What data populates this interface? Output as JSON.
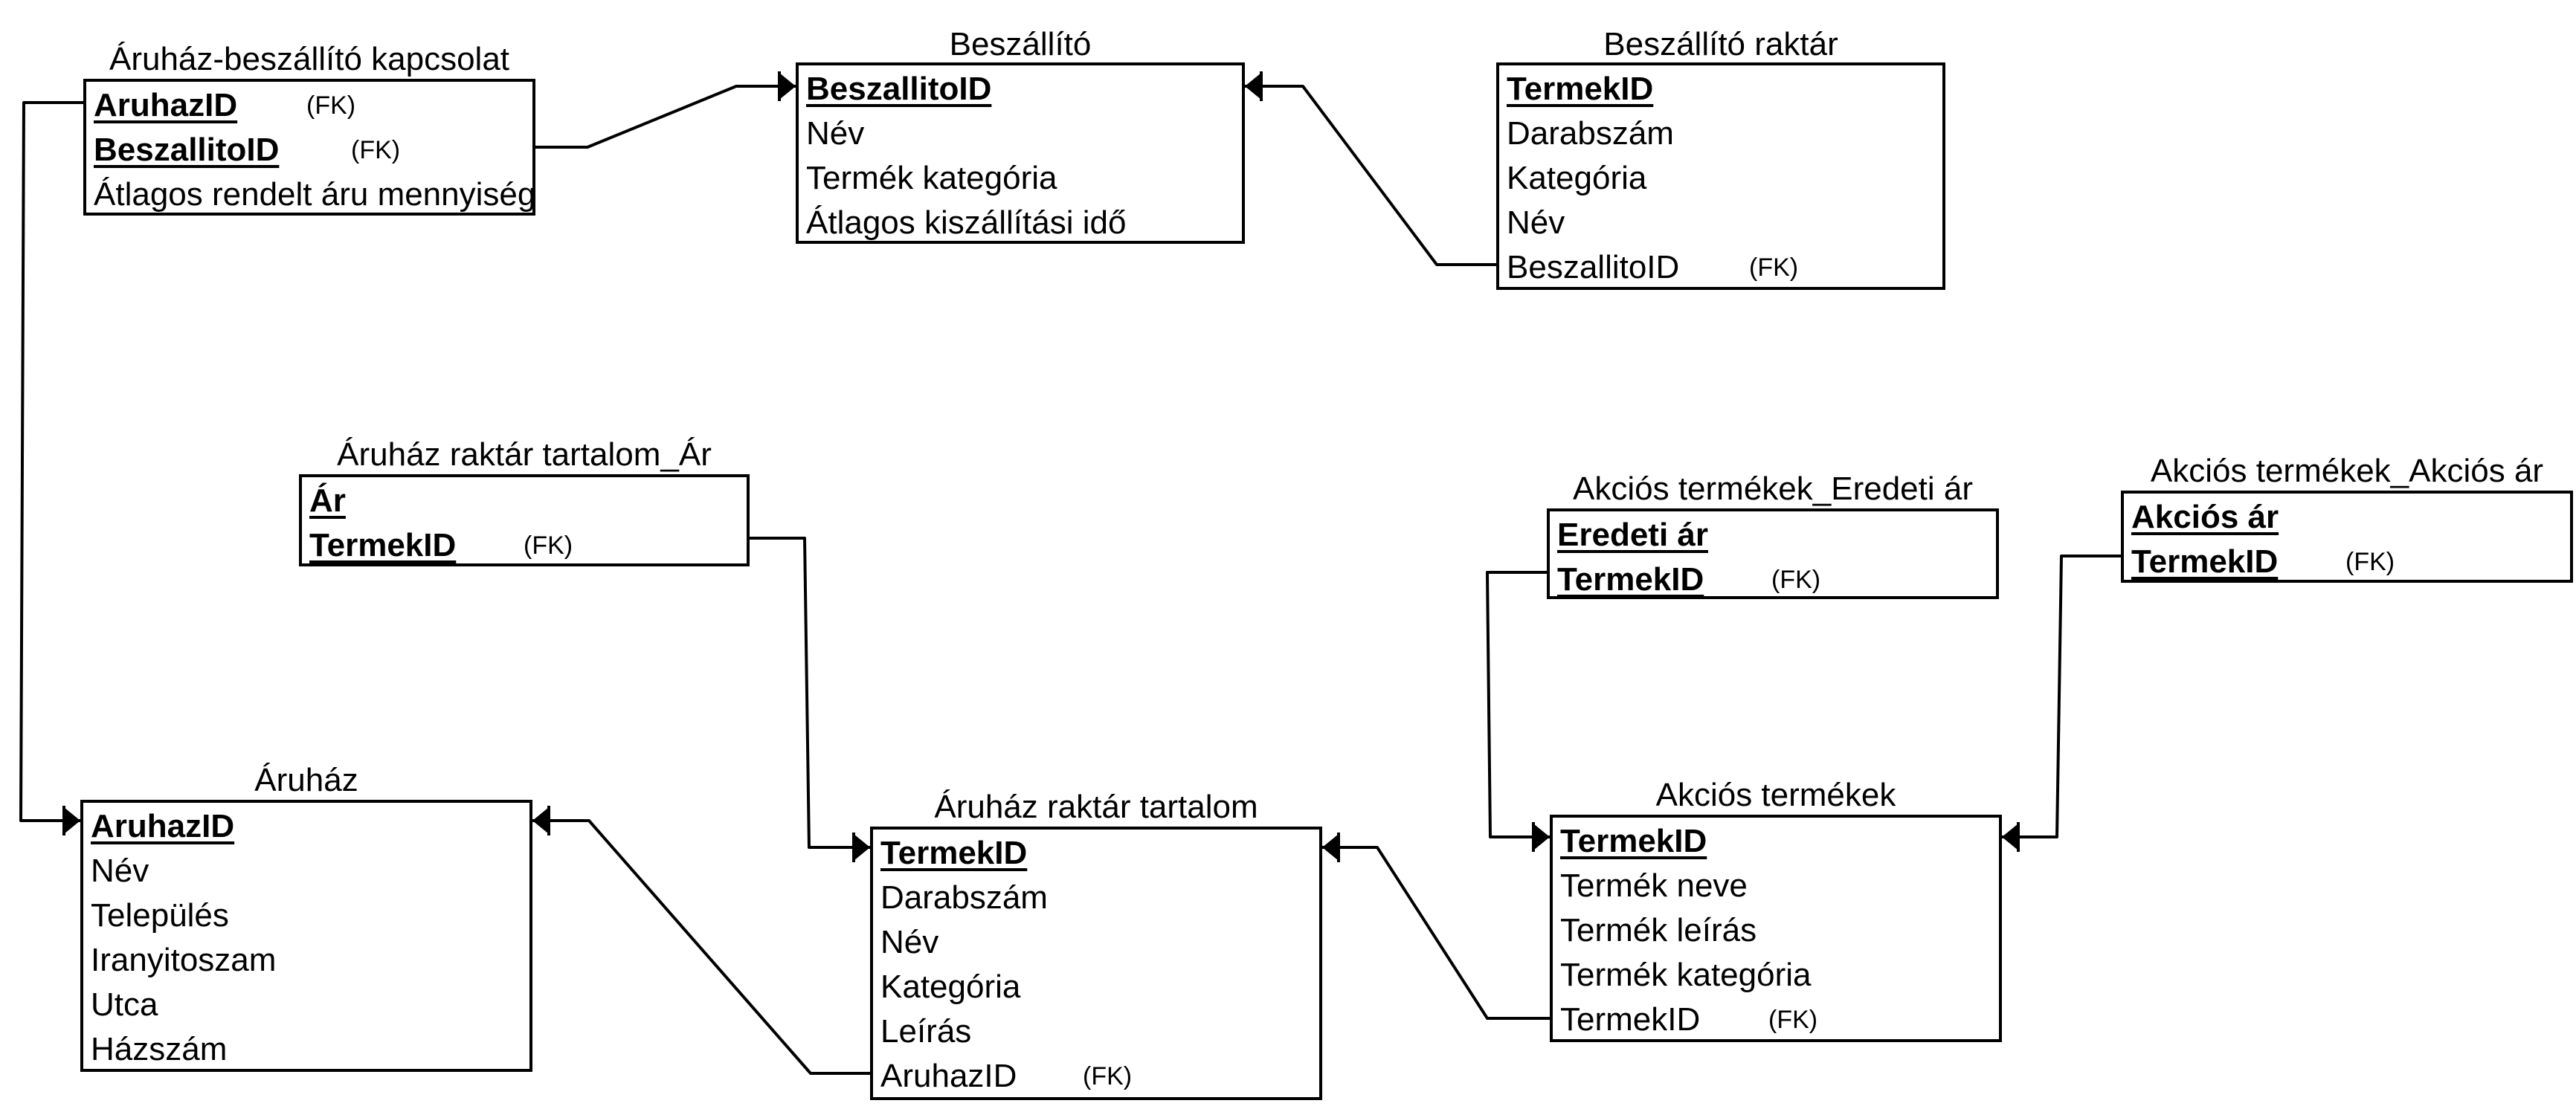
{
  "entities": {
    "aruhaz_beszallito": {
      "title": "Áruház-beszállító kapcsolat",
      "fields": [
        {
          "label": "AruhazID",
          "fk": "(FK)"
        },
        {
          "label": "BeszallitoID",
          "fk": "(FK)"
        },
        {
          "label": "Átlagos rendelt áru mennyiség"
        }
      ]
    },
    "beszallito": {
      "title": "Beszállító",
      "fields": [
        {
          "label": "BeszallitoID"
        },
        {
          "label": "Név"
        },
        {
          "label": "Termék kategória"
        },
        {
          "label": "Átlagos kiszállítási idő"
        }
      ]
    },
    "beszallito_raktar": {
      "title": "Beszállító raktár",
      "fields": [
        {
          "label": "TermekID"
        },
        {
          "label": "Darabszám"
        },
        {
          "label": "Kategória"
        },
        {
          "label": "Név"
        },
        {
          "label": "BeszallitoID",
          "fk": "(FK)"
        }
      ]
    },
    "raktar_ar": {
      "title": "Áruház raktár tartalom_Ár",
      "fields": [
        {
          "label": "Ár"
        },
        {
          "label": "TermekID",
          "fk": "(FK)"
        }
      ]
    },
    "akcios_eredeti": {
      "title": "Akciós termékek_Eredeti ár",
      "fields": [
        {
          "label": "Eredeti ár"
        },
        {
          "label": "TermekID",
          "fk": "(FK)"
        }
      ]
    },
    "akcios_akciosar": {
      "title": "Akciós termékek_Akciós ár",
      "fields": [
        {
          "label": "Akciós ár"
        },
        {
          "label": "TermekID",
          "fk": "(FK)"
        }
      ]
    },
    "aruhaz": {
      "title": "Áruház",
      "fields": [
        {
          "label": "AruhazID"
        },
        {
          "label": "Név"
        },
        {
          "label": "Település"
        },
        {
          "label": "Iranyitoszam"
        },
        {
          "label": "Utca"
        },
        {
          "label": "Házszám"
        }
      ]
    },
    "raktar_tartalom": {
      "title": "Áruház raktár tartalom",
      "fields": [
        {
          "label": "TermekID"
        },
        {
          "label": "Darabszám"
        },
        {
          "label": "Név"
        },
        {
          "label": "Kategória"
        },
        {
          "label": "Leírás"
        },
        {
          "label": "AruhazID",
          "fk": "(FK)"
        }
      ]
    },
    "akcios": {
      "title": "Akciós termékek",
      "fields": [
        {
          "label": "TermekID"
        },
        {
          "label": "Termék neve"
        },
        {
          "label": "Termék leírás"
        },
        {
          "label": "Termék kategória"
        },
        {
          "label": "TermekID",
          "fk": "(FK)"
        }
      ]
    }
  }
}
